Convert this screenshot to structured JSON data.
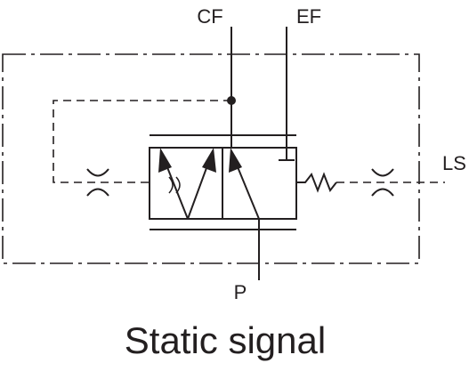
{
  "diagram": {
    "ports": {
      "cf": "CF",
      "ef": "EF",
      "ls": "LS",
      "p": "P"
    },
    "caption": "Static signal"
  }
}
